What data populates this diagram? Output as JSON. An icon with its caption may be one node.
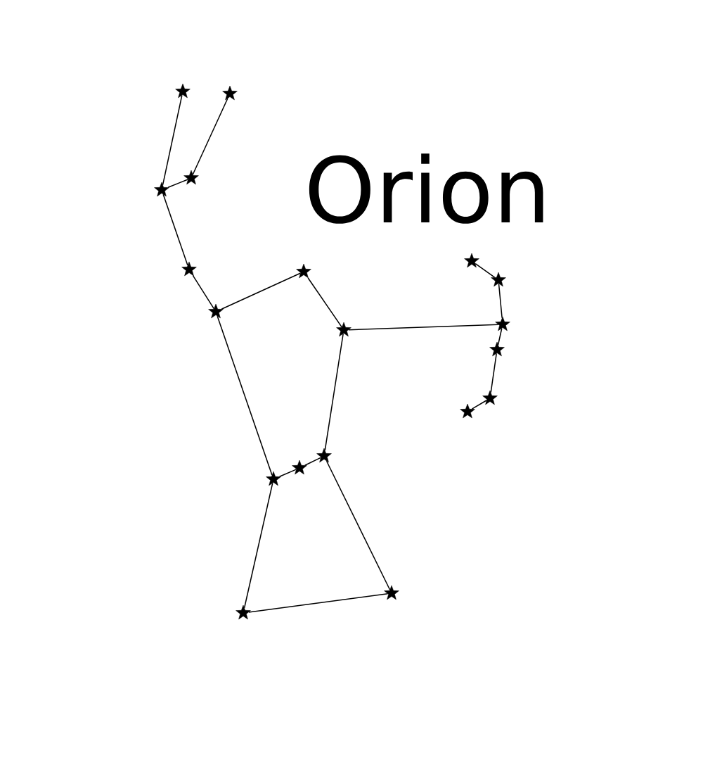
{
  "diagram": {
    "title": "Orion",
    "nodes": [
      {
        "text": [],
        "shape": "star"
      },
      {
        "text": [],
        "shape": "star"
      },
      {
        "text": [],
        "shape": "star"
      },
      {
        "text": [],
        "shape": "star"
      },
      {
        "text": [],
        "shape": "star"
      },
      {
        "text": [],
        "shape": "star"
      },
      {
        "text": [],
        "shape": "star"
      },
      {
        "text": [],
        "shape": "star"
      },
      {
        "text": [],
        "shape": "star"
      },
      {
        "text": [],
        "shape": "star"
      },
      {
        "text": [],
        "shape": "star"
      },
      {
        "text": [],
        "shape": "star"
      },
      {
        "text": [],
        "shape": "star"
      },
      {
        "text": [],
        "shape": "star"
      },
      {
        "text": [],
        "shape": "star"
      },
      {
        "text": [],
        "shape": "star"
      },
      {
        "text": [],
        "shape": "star"
      },
      {
        "text": [],
        "shape": "star"
      },
      {
        "text": [],
        "shape": "star"
      }
    ],
    "edges": [
      {
        "from": 0,
        "to": 3,
        "arrow": "none"
      },
      {
        "from": 3,
        "to": 2,
        "arrow": "none"
      },
      {
        "from": 2,
        "to": 1,
        "arrow": "none"
      },
      {
        "from": 3,
        "to": 5,
        "arrow": "none"
      },
      {
        "from": 5,
        "to": 8,
        "arrow": "none"
      },
      {
        "from": 8,
        "to": 6,
        "arrow": "none"
      },
      {
        "from": 6,
        "to": 10,
        "arrow": "none"
      },
      {
        "from": 10,
        "to": 9,
        "arrow": "none"
      },
      {
        "from": 4,
        "to": 7,
        "arrow": "none"
      },
      {
        "from": 7,
        "to": 9,
        "arrow": "none"
      },
      {
        "from": 9,
        "to": 11,
        "arrow": "none"
      },
      {
        "from": 11,
        "to": 12,
        "arrow": "none"
      },
      {
        "from": 12,
        "to": 13,
        "arrow": "none"
      },
      {
        "from": 8,
        "to": 16,
        "arrow": "none"
      },
      {
        "from": 16,
        "to": 15,
        "arrow": "none"
      },
      {
        "from": 15,
        "to": 14,
        "arrow": "none"
      },
      {
        "from": 14,
        "to": 10,
        "arrow": "none"
      },
      {
        "from": 14,
        "to": 17,
        "arrow": "none"
      },
      {
        "from": 17,
        "to": 18,
        "arrow": "none"
      },
      {
        "from": 18,
        "to": 16,
        "arrow": "none"
      }
    ]
  }
}
